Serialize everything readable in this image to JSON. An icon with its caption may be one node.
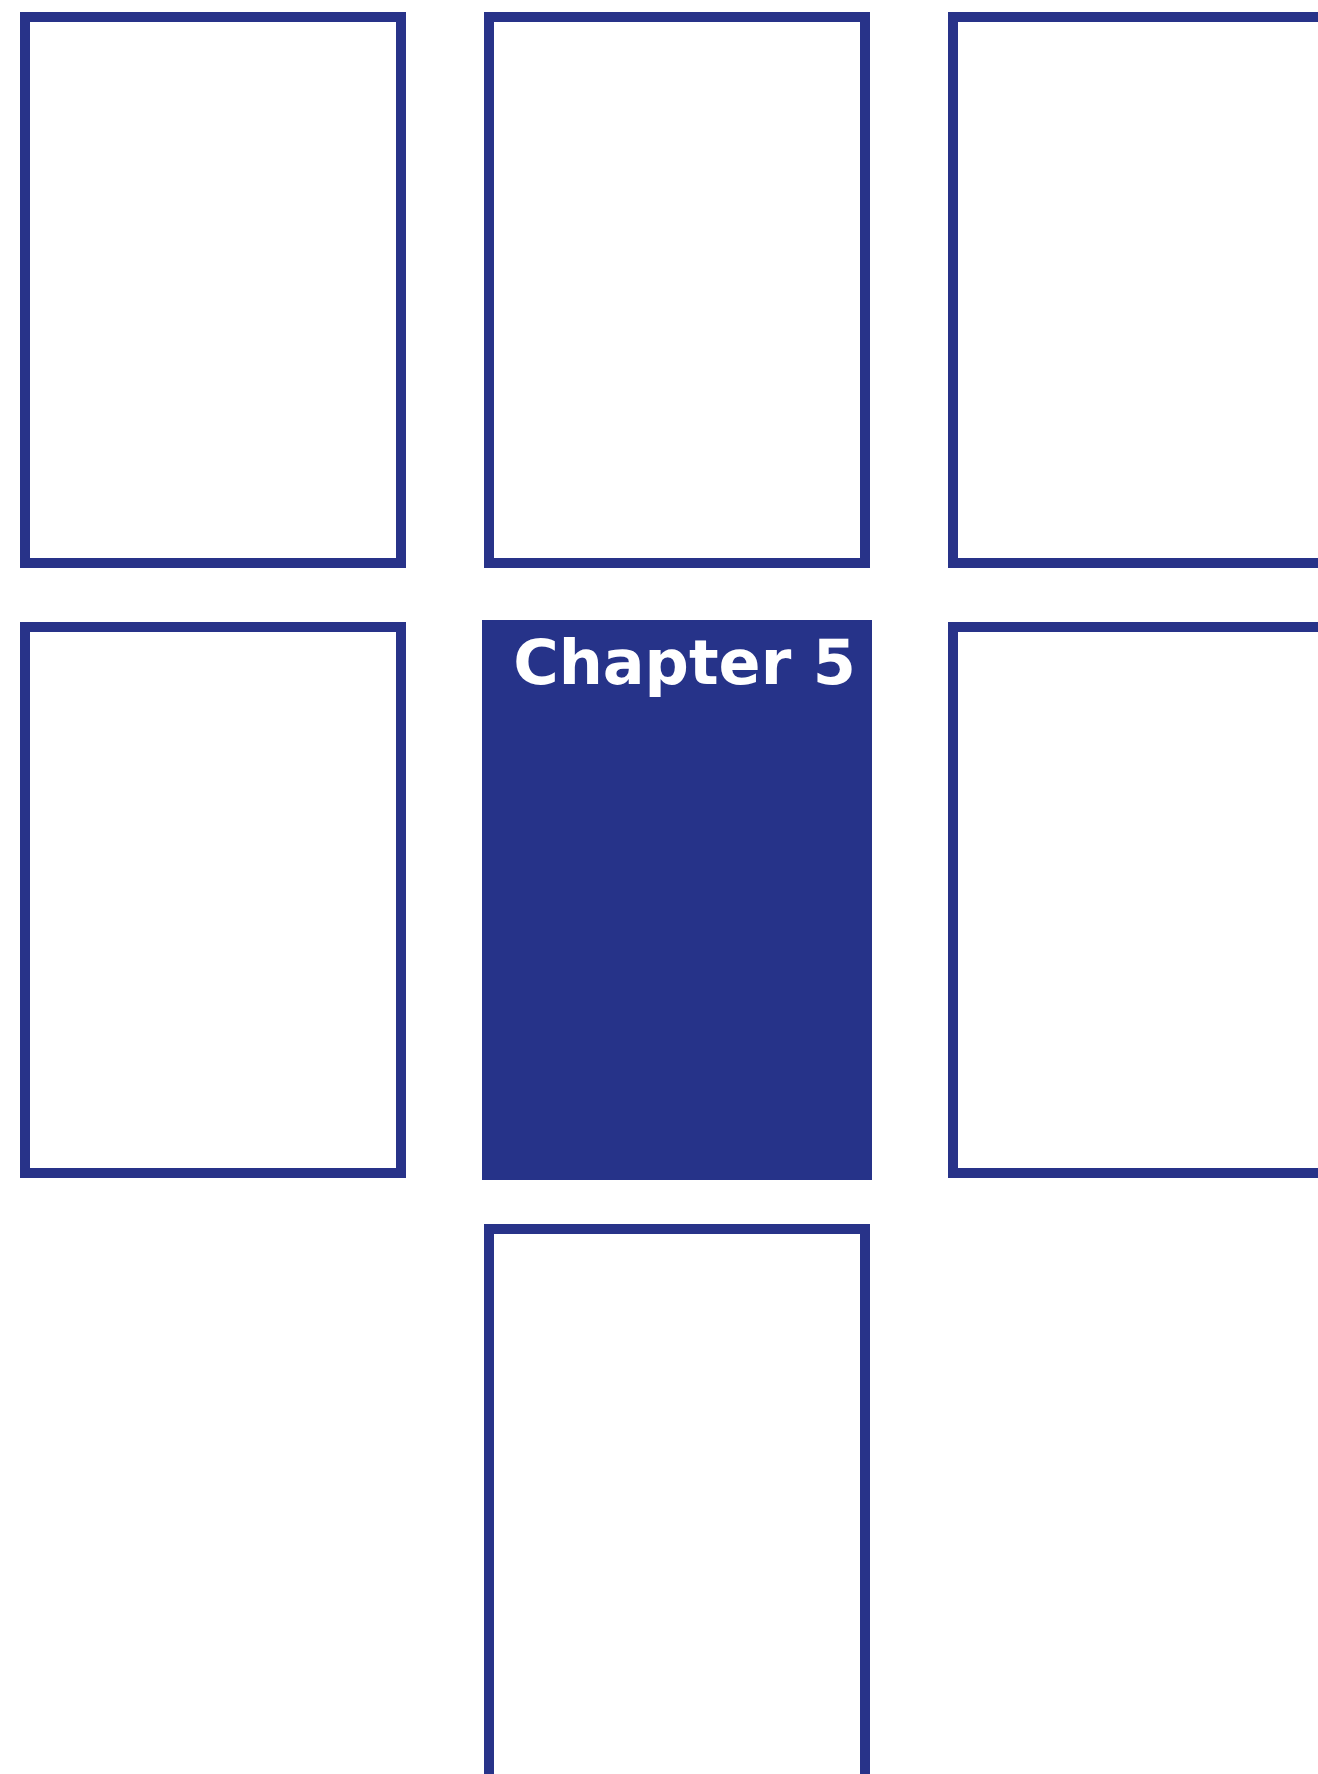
{
  "diagram": {
    "nodes": [
      {
        "text": [],
        "shape": "box"
      },
      {
        "text": [],
        "shape": "box"
      },
      {
        "text": [],
        "shape": "box"
      },
      {
        "text": [],
        "shape": "box"
      },
      {
        "text": [
          "Chapter 5"
        ]
      },
      {
        "text": [],
        "shape": "box"
      },
      {
        "text": [],
        "shape": "box"
      }
    ]
  }
}
